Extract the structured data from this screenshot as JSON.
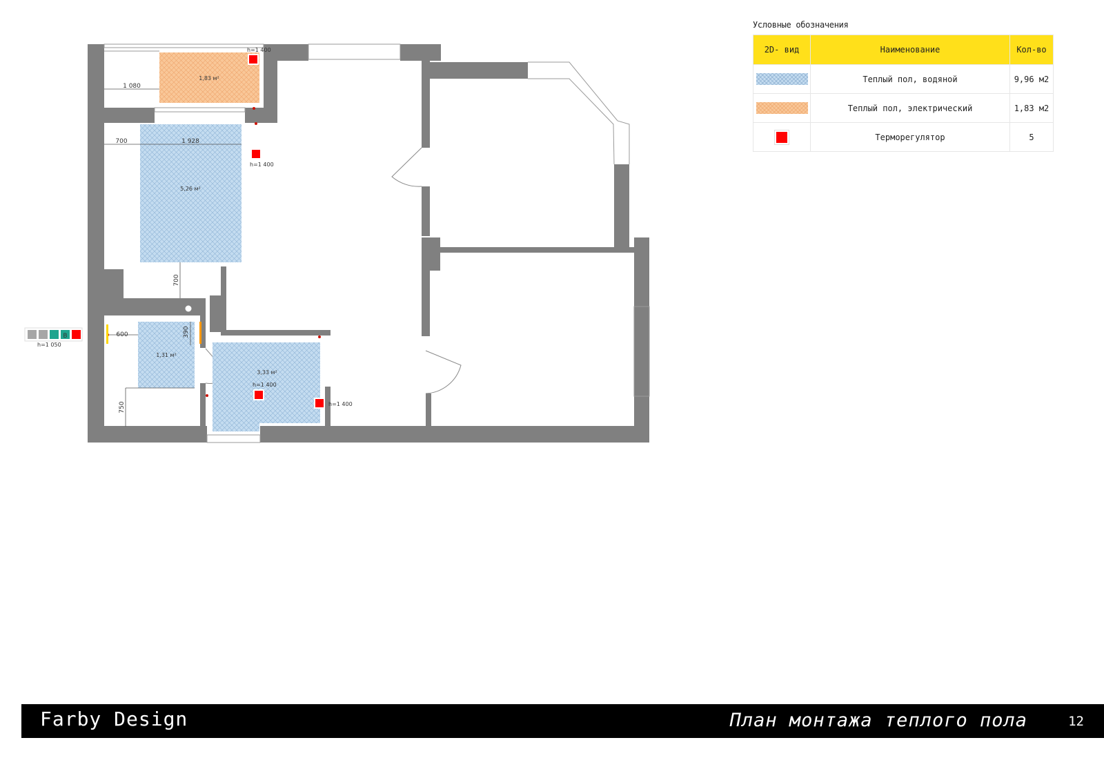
{
  "plan": {
    "areas": {
      "electric_top": "1,83 м²",
      "water_large": "5,26 м²",
      "water_small": "1,31 м²",
      "water_bath": "3,33 м²"
    },
    "dimensions": {
      "d1080": "1 080",
      "d700_top": "700",
      "d1928": "1 928",
      "d700_vert": "700",
      "d600": "600",
      "d390": "390",
      "d750": "750"
    },
    "heights": {
      "h1": "h=1 400",
      "h2": "h=1 400",
      "h3": "h=1 400",
      "h4": "h=1 400",
      "h_panel": "h=1 050"
    },
    "switch_panel_letter": "B"
  },
  "legend": {
    "title": "Условные обозначения",
    "headers": [
      "2D- вид",
      "Наименование",
      "Кол-во"
    ],
    "rows": [
      {
        "swatch": "water-floor-swatch",
        "name": "Теплый пол, водяной",
        "qty": "9,96 м2"
      },
      {
        "swatch": "electric-floor-swatch",
        "name": "Теплый пол, электрический",
        "qty": "1,83 м2"
      },
      {
        "swatch": "thermostat-swatch",
        "name": "Терморегулятор",
        "qty": "5"
      }
    ]
  },
  "footer": {
    "brand": "Farby Design",
    "sheet_title": "План монтажа теплого пола",
    "sheet_number": "12"
  },
  "colors": {
    "wall": "#808080",
    "water_floor": "#c4dcf0",
    "electric_floor": "#f9c798",
    "thermostat": "#ff0000",
    "legend_header": "#ffe01a"
  }
}
